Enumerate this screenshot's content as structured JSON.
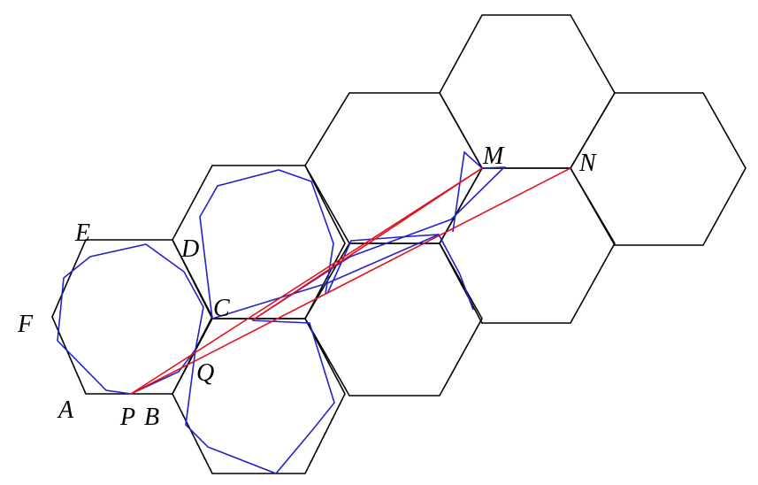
{
  "labels": {
    "A": "A",
    "B": "B",
    "C": "C",
    "D": "D",
    "E": "E",
    "F": "F",
    "M": "M",
    "N": "N",
    "P": "P",
    "Q": "Q"
  },
  "colors": {
    "hexagon_edges": "#000000",
    "reflection_path": "#2323c8",
    "straight_segments": "#e0141e"
  }
}
